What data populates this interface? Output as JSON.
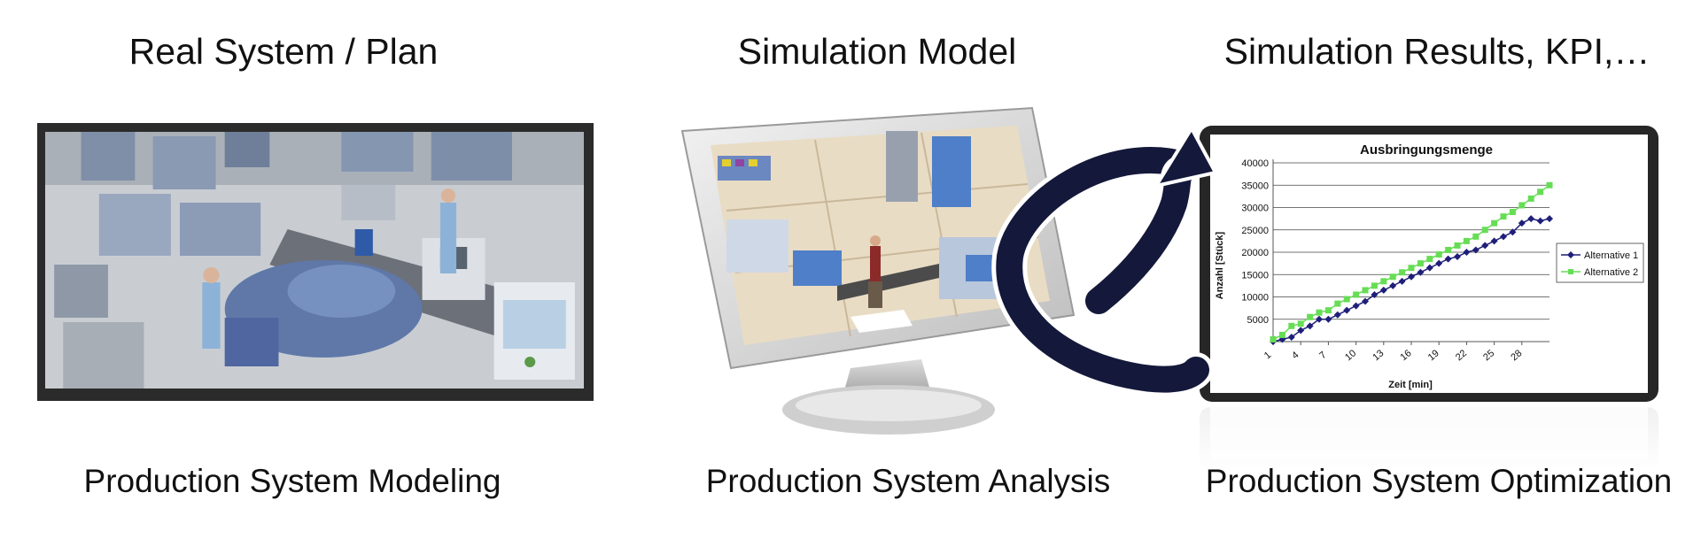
{
  "headings": {
    "real_system": "Real System / Plan",
    "simulation_model": "Simulation Model",
    "simulation_results": "Simulation Results, KPI,…"
  },
  "captions": {
    "modeling": "Production System Modeling",
    "analysis": "Production System Analysis",
    "optimization": "Production System Optimization"
  },
  "colors": {
    "series1": "#1f1f7a",
    "series2": "#66dd55",
    "arrow": "#14183a"
  },
  "chart_data": {
    "type": "line",
    "title": "Ausbringungsmenge",
    "xlabel": "Zeit [min]",
    "ylabel": "Anzahl [Stück]",
    "x_ticks": [
      1,
      4,
      7,
      10,
      13,
      16,
      19,
      22,
      25,
      28
    ],
    "y_ticks": [
      5000,
      10000,
      15000,
      20000,
      25000,
      30000,
      35000,
      40000
    ],
    "y_tick_labels": [
      "5000",
      "10000",
      "15000",
      "20000",
      "25000",
      "30000",
      "35000",
      "40000"
    ],
    "xlim": [
      1,
      31
    ],
    "ylim": [
      0,
      40000
    ],
    "grid": true,
    "legend": "right",
    "x": [
      1,
      2,
      3,
      4,
      5,
      6,
      7,
      8,
      9,
      10,
      11,
      12,
      13,
      14,
      15,
      16,
      17,
      18,
      19,
      20,
      21,
      22,
      23,
      24,
      25,
      26,
      27,
      28,
      29,
      30,
      31
    ],
    "series": [
      {
        "name": "Alternative 1",
        "values": [
          0,
          500,
          1000,
          2500,
          3500,
          5000,
          5000,
          6000,
          7000,
          8000,
          9000,
          10500,
          11500,
          12500,
          13500,
          14500,
          15500,
          16500,
          17500,
          18500,
          19000,
          20000,
          20500,
          21500,
          22500,
          23500,
          24500,
          26500,
          27500,
          27000,
          27500
        ]
      },
      {
        "name": "Alternative 2",
        "values": [
          500,
          1500,
          3500,
          4000,
          5500,
          6500,
          7000,
          8500,
          9500,
          10500,
          11500,
          12500,
          13500,
          14500,
          15500,
          16500,
          17500,
          18500,
          19500,
          20500,
          21500,
          22500,
          23500,
          25000,
          26500,
          28000,
          29000,
          30500,
          32000,
          33500,
          35000
        ]
      }
    ]
  }
}
